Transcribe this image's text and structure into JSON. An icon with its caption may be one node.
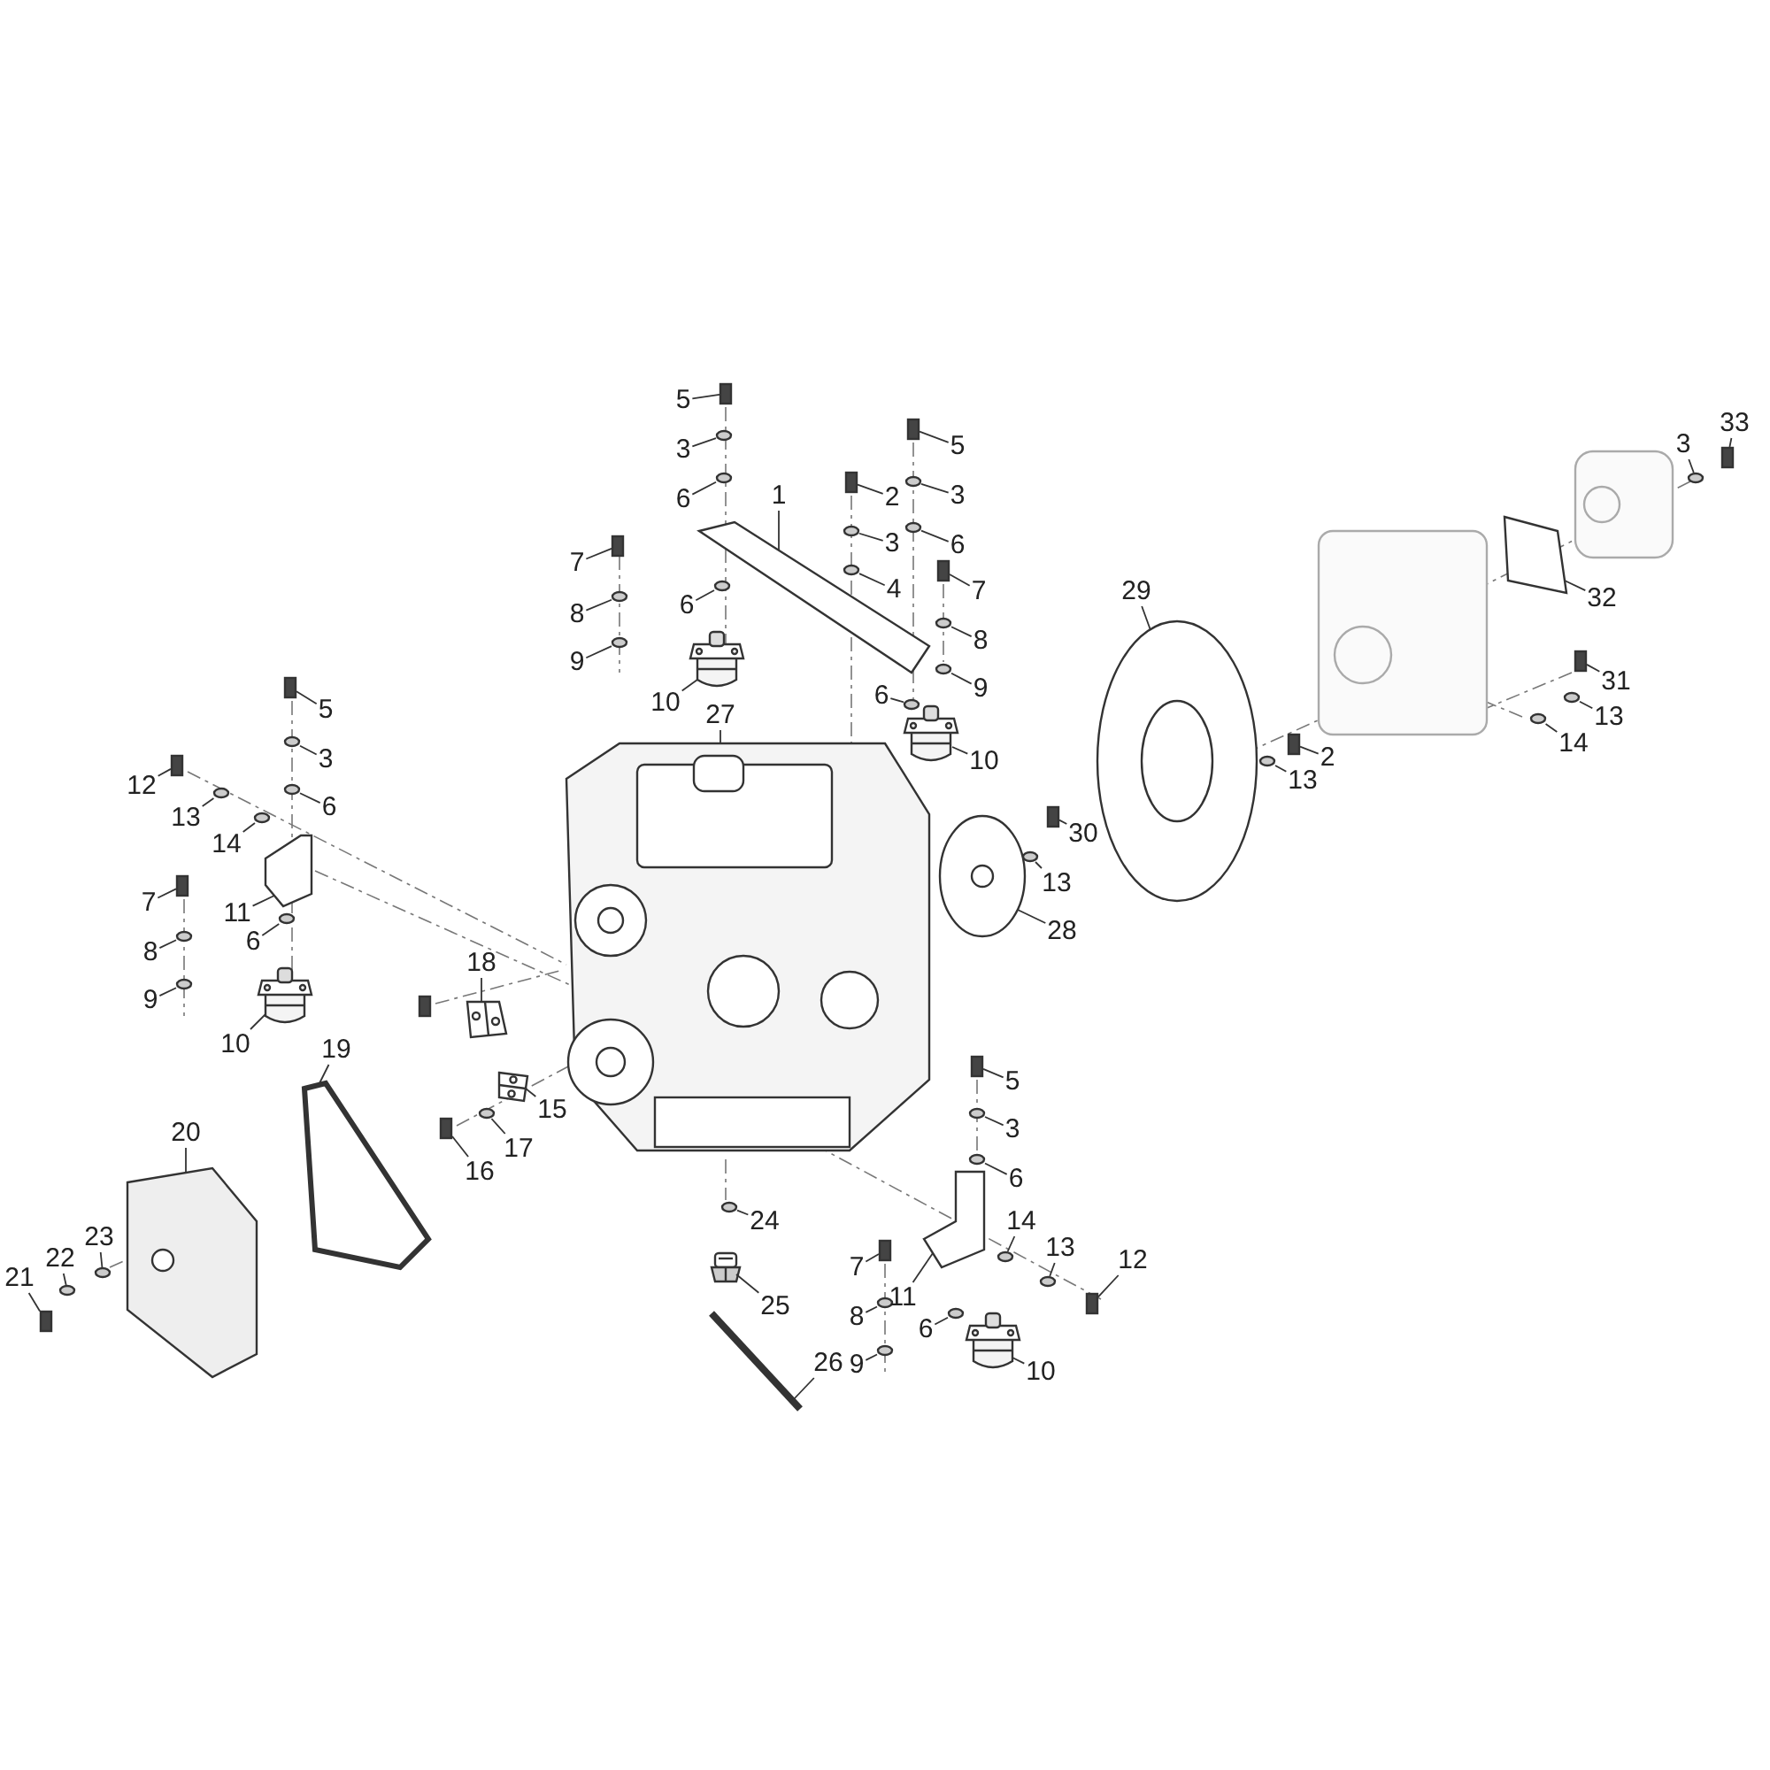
{
  "diagram": {
    "nodes": [
      {
        "text": [
          "5"
        ]
      },
      {
        "text": [
          "3"
        ]
      },
      {
        "text": [
          "6"
        ]
      },
      {
        "text": [
          "1"
        ]
      },
      {
        "text": [
          "2"
        ]
      },
      {
        "text": [
          "3"
        ]
      },
      {
        "text": [
          "4"
        ]
      },
      {
        "text": [
          "5"
        ]
      },
      {
        "text": [
          "3"
        ]
      },
      {
        "text": [
          "6"
        ]
      },
      {
        "text": [
          "7"
        ]
      },
      {
        "text": [
          "8"
        ]
      },
      {
        "text": [
          "9"
        ]
      },
      {
        "text": [
          "6"
        ]
      },
      {
        "text": [
          "10"
        ]
      },
      {
        "text": [
          "7"
        ]
      },
      {
        "text": [
          "8"
        ]
      },
      {
        "text": [
          "9"
        ]
      },
      {
        "text": [
          "6"
        ]
      },
      {
        "text": [
          "10"
        ]
      },
      {
        "text": [
          "27"
        ]
      },
      {
        "text": [
          "5"
        ]
      },
      {
        "text": [
          "3"
        ]
      },
      {
        "text": [
          "6"
        ]
      },
      {
        "text": [
          "12"
        ]
      },
      {
        "text": [
          "13"
        ]
      },
      {
        "text": [
          "14"
        ]
      },
      {
        "text": [
          "11"
        ]
      },
      {
        "text": [
          "7"
        ]
      },
      {
        "text": [
          "8"
        ]
      },
      {
        "text": [
          "9"
        ]
      },
      {
        "text": [
          "6"
        ]
      },
      {
        "text": [
          "10"
        ]
      },
      {
        "text": [
          "18"
        ]
      },
      {
        "text": [
          "19"
        ]
      },
      {
        "text": [
          "15"
        ]
      },
      {
        "text": [
          "17"
        ]
      },
      {
        "text": [
          "16"
        ]
      },
      {
        "text": [
          "20"
        ]
      },
      {
        "text": [
          "21"
        ]
      },
      {
        "text": [
          "22"
        ]
      },
      {
        "text": [
          "23"
        ]
      },
      {
        "text": [
          "24"
        ]
      },
      {
        "text": [
          "25"
        ]
      },
      {
        "text": [
          "26"
        ]
      },
      {
        "text": [
          "5"
        ]
      },
      {
        "text": [
          "3"
        ]
      },
      {
        "text": [
          "6"
        ]
      },
      {
        "text": [
          "14"
        ]
      },
      {
        "text": [
          "13"
        ]
      },
      {
        "text": [
          "12"
        ]
      },
      {
        "text": [
          "7"
        ]
      },
      {
        "text": [
          "11"
        ]
      },
      {
        "text": [
          "8"
        ]
      },
      {
        "text": [
          "6"
        ]
      },
      {
        "text": [
          "9"
        ]
      },
      {
        "text": [
          "10"
        ]
      },
      {
        "text": [
          "29"
        ]
      },
      {
        "text": [
          "13"
        ]
      },
      {
        "text": [
          "2"
        ]
      },
      {
        "text": [
          "13"
        ]
      },
      {
        "text": [
          "30"
        ]
      },
      {
        "text": [
          "28"
        ]
      },
      {
        "text": [
          "32"
        ]
      },
      {
        "text": [
          "31"
        ]
      },
      {
        "text": [
          "13"
        ]
      },
      {
        "text": [
          "14"
        ]
      },
      {
        "text": [
          "3"
        ]
      },
      {
        "text": [
          "33"
        ]
      },
      {
        "text": [],
        "shape": "box"
      },
      {
        "text": [],
        "shape": "circle"
      },
      {
        "text": [],
        "shape": "circle"
      },
      {
        "text": [],
        "shape": "picture"
      },
      {
        "text": [],
        "shape": "box"
      },
      {
        "text": [],
        "shape": "circle"
      },
      {
        "text": [],
        "shape": "circle"
      },
      {
        "text": [],
        "shape": "box"
      },
      {
        "text": [],
        "shape": "circle"
      },
      {
        "text": [],
        "shape": "circle"
      },
      {
        "text": [],
        "shape": "box"
      },
      {
        "text": [],
        "shape": "circle"
      },
      {
        "text": [],
        "shape": "circle"
      },
      {
        "text": [],
        "shape": "circle"
      },
      {
        "text": [],
        "shape": "picture"
      },
      {
        "text": [],
        "shape": "box"
      },
      {
        "text": [],
        "shape": "circle"
      },
      {
        "text": [],
        "shape": "circle"
      },
      {
        "text": [],
        "shape": "circle"
      },
      {
        "text": [],
        "shape": "picture"
      },
      {
        "text": [],
        "shape": "picture"
      },
      {
        "text": [],
        "shape": "box"
      },
      {
        "text": [],
        "shape": "circle"
      },
      {
        "text": [],
        "shape": "circle"
      },
      {
        "text": [],
        "shape": "box"
      },
      {
        "text": [],
        "shape": "circle"
      },
      {
        "text": [],
        "shape": "circle"
      },
      {
        "text": [],
        "shape": "picture"
      },
      {
        "text": [],
        "shape": "box"
      },
      {
        "text": [],
        "shape": "circle"
      },
      {
        "text": [],
        "shape": "circle"
      },
      {
        "text": [],
        "shape": "circle"
      },
      {
        "text": [],
        "shape": "picture"
      },
      {
        "text": [],
        "shape": "picture"
      },
      {
        "text": [],
        "shape": "picture"
      },
      {
        "text": [],
        "shape": "picture"
      },
      {
        "text": [],
        "shape": "circle"
      },
      {
        "text": [],
        "shape": "box"
      },
      {
        "text": [],
        "shape": "picture"
      },
      {
        "text": [],
        "shape": "box"
      },
      {
        "text": [],
        "shape": "circle"
      },
      {
        "text": [],
        "shape": "circle"
      },
      {
        "text": [],
        "shape": "circle"
      },
      {
        "text": [],
        "shape": "picture"
      },
      {
        "text": [],
        "shape": "picture"
      },
      {
        "text": [],
        "shape": "box"
      },
      {
        "text": [],
        "shape": "circle"
      },
      {
        "text": [],
        "shape": "circle"
      },
      {
        "text": [],
        "shape": "circle"
      },
      {
        "text": [],
        "shape": "circle"
      },
      {
        "text": [],
        "shape": "box"
      },
      {
        "text": [],
        "shape": "box"
      },
      {
        "text": [],
        "shape": "picture"
      },
      {
        "text": [],
        "shape": "circle"
      },
      {
        "text": [],
        "shape": "circle"
      },
      {
        "text": [],
        "shape": "circle"
      },
      {
        "text": [],
        "shape": "picture"
      },
      {
        "text": [],
        "shape": "picture"
      },
      {
        "text": [],
        "shape": "circle"
      },
      {
        "text": [],
        "shape": "box"
      },
      {
        "text": [],
        "shape": "circle"
      },
      {
        "text": [],
        "shape": "box"
      },
      {
        "text": [],
        "shape": "picture"
      },
      {
        "text": [],
        "shape": "picture"
      },
      {
        "text": [],
        "shape": "box"
      },
      {
        "text": [],
        "shape": "circle"
      },
      {
        "text": [],
        "shape": "circle"
      },
      {
        "text": [],
        "shape": "circle"
      },
      {
        "text": [],
        "shape": "box"
      }
    ],
    "edges": [
      {
        "from": 0,
        "to": 69,
        "arrow": "none"
      },
      {
        "from": 1,
        "to": 70,
        "arrow": "none"
      },
      {
        "from": 2,
        "to": 71,
        "arrow": "none"
      },
      {
        "from": 3,
        "to": 72,
        "arrow": "none"
      },
      {
        "from": 4,
        "to": 73,
        "arrow": "none"
      },
      {
        "from": 5,
        "to": 74,
        "arrow": "none"
      },
      {
        "from": 6,
        "to": 75,
        "arrow": "none"
      },
      {
        "from": 7,
        "to": 76,
        "arrow": "none"
      },
      {
        "from": 8,
        "to": 77,
        "arrow": "none"
      },
      {
        "from": 9,
        "to": 78,
        "arrow": "none"
      },
      {
        "from": 10,
        "to": 79,
        "arrow": "none"
      },
      {
        "from": 11,
        "to": 80,
        "arrow": "none"
      },
      {
        "from": 12,
        "to": 81,
        "arrow": "none"
      },
      {
        "from": 13,
        "to": 82,
        "arrow": "none"
      },
      {
        "from": 14,
        "to": 83,
        "arrow": "none"
      },
      {
        "from": 15,
        "to": 84,
        "arrow": "none"
      },
      {
        "from": 16,
        "to": 85,
        "arrow": "none"
      },
      {
        "from": 17,
        "to": 86,
        "arrow": "none"
      },
      {
        "from": 18,
        "to": 87,
        "arrow": "none"
      },
      {
        "from": 19,
        "to": 88,
        "arrow": "none"
      },
      {
        "from": 20,
        "to": 89,
        "arrow": "none"
      },
      {
        "from": 21,
        "to": 90,
        "arrow": "none"
      },
      {
        "from": 22,
        "to": 91,
        "arrow": "none"
      },
      {
        "from": 23,
        "to": 92,
        "arrow": "none"
      },
      {
        "from": 24,
        "to": 93,
        "arrow": "none"
      },
      {
        "from": 25,
        "to": 94,
        "arrow": "none"
      },
      {
        "from": 26,
        "to": 95,
        "arrow": "none"
      },
      {
        "from": 27,
        "to": 96,
        "arrow": "none"
      },
      {
        "from": 28,
        "to": 97,
        "arrow": "none"
      },
      {
        "from": 29,
        "to": 98,
        "arrow": "none"
      },
      {
        "from": 30,
        "to": 99,
        "arrow": "none"
      },
      {
        "from": 31,
        "to": 100,
        "arrow": "none"
      },
      {
        "from": 32,
        "to": 101,
        "arrow": "none"
      },
      {
        "from": 33,
        "to": 102,
        "arrow": "none"
      },
      {
        "from": 34,
        "to": 103,
        "arrow": "none"
      },
      {
        "from": 35,
        "to": 104,
        "arrow": "none"
      },
      {
        "from": 36,
        "to": 105,
        "arrow": "none"
      },
      {
        "from": 37,
        "to": 106,
        "arrow": "none"
      },
      {
        "from": 38,
        "to": 107,
        "arrow": "none"
      },
      {
        "from": 39,
        "to": 108,
        "arrow": "none"
      },
      {
        "from": 40,
        "to": 109,
        "arrow": "none"
      },
      {
        "from": 41,
        "to": 110,
        "arrow": "none"
      },
      {
        "from": 42,
        "to": 111,
        "arrow": "none"
      },
      {
        "from": 43,
        "to": 112,
        "arrow": "none"
      },
      {
        "from": 44,
        "to": 113,
        "arrow": "none"
      },
      {
        "from": 45,
        "to": 114,
        "arrow": "none"
      },
      {
        "from": 46,
        "to": 115,
        "arrow": "none"
      },
      {
        "from": 47,
        "to": 116,
        "arrow": "none"
      },
      {
        "from": 48,
        "to": 117,
        "arrow": "none"
      },
      {
        "from": 49,
        "to": 118,
        "arrow": "none"
      },
      {
        "from": 50,
        "to": 119,
        "arrow": "none"
      },
      {
        "from": 51,
        "to": 120,
        "arrow": "none"
      },
      {
        "from": 52,
        "to": 121,
        "arrow": "none"
      },
      {
        "from": 53,
        "to": 122,
        "arrow": "none"
      },
      {
        "from": 54,
        "to": 123,
        "arrow": "none"
      },
      {
        "from": 55,
        "to": 124,
        "arrow": "none"
      },
      {
        "from": 56,
        "to": 125,
        "arrow": "none"
      },
      {
        "from": 57,
        "to": 126,
        "arrow": "none"
      },
      {
        "from": 58,
        "to": 127,
        "arrow": "none"
      },
      {
        "from": 59,
        "to": 128,
        "arrow": "none"
      },
      {
        "from": 60,
        "to": 129,
        "arrow": "none"
      },
      {
        "from": 61,
        "to": 130,
        "arrow": "none"
      },
      {
        "from": 62,
        "to": 131,
        "arrow": "none"
      },
      {
        "from": 63,
        "to": 132,
        "arrow": "none"
      },
      {
        "from": 64,
        "to": 133,
        "arrow": "none"
      },
      {
        "from": 65,
        "to": 134,
        "arrow": "none"
      },
      {
        "from": 66,
        "to": 135,
        "arrow": "none"
      },
      {
        "from": 67,
        "to": 136,
        "arrow": "none"
      },
      {
        "from": 68,
        "to": 137,
        "arrow": "none"
      }
    ]
  }
}
